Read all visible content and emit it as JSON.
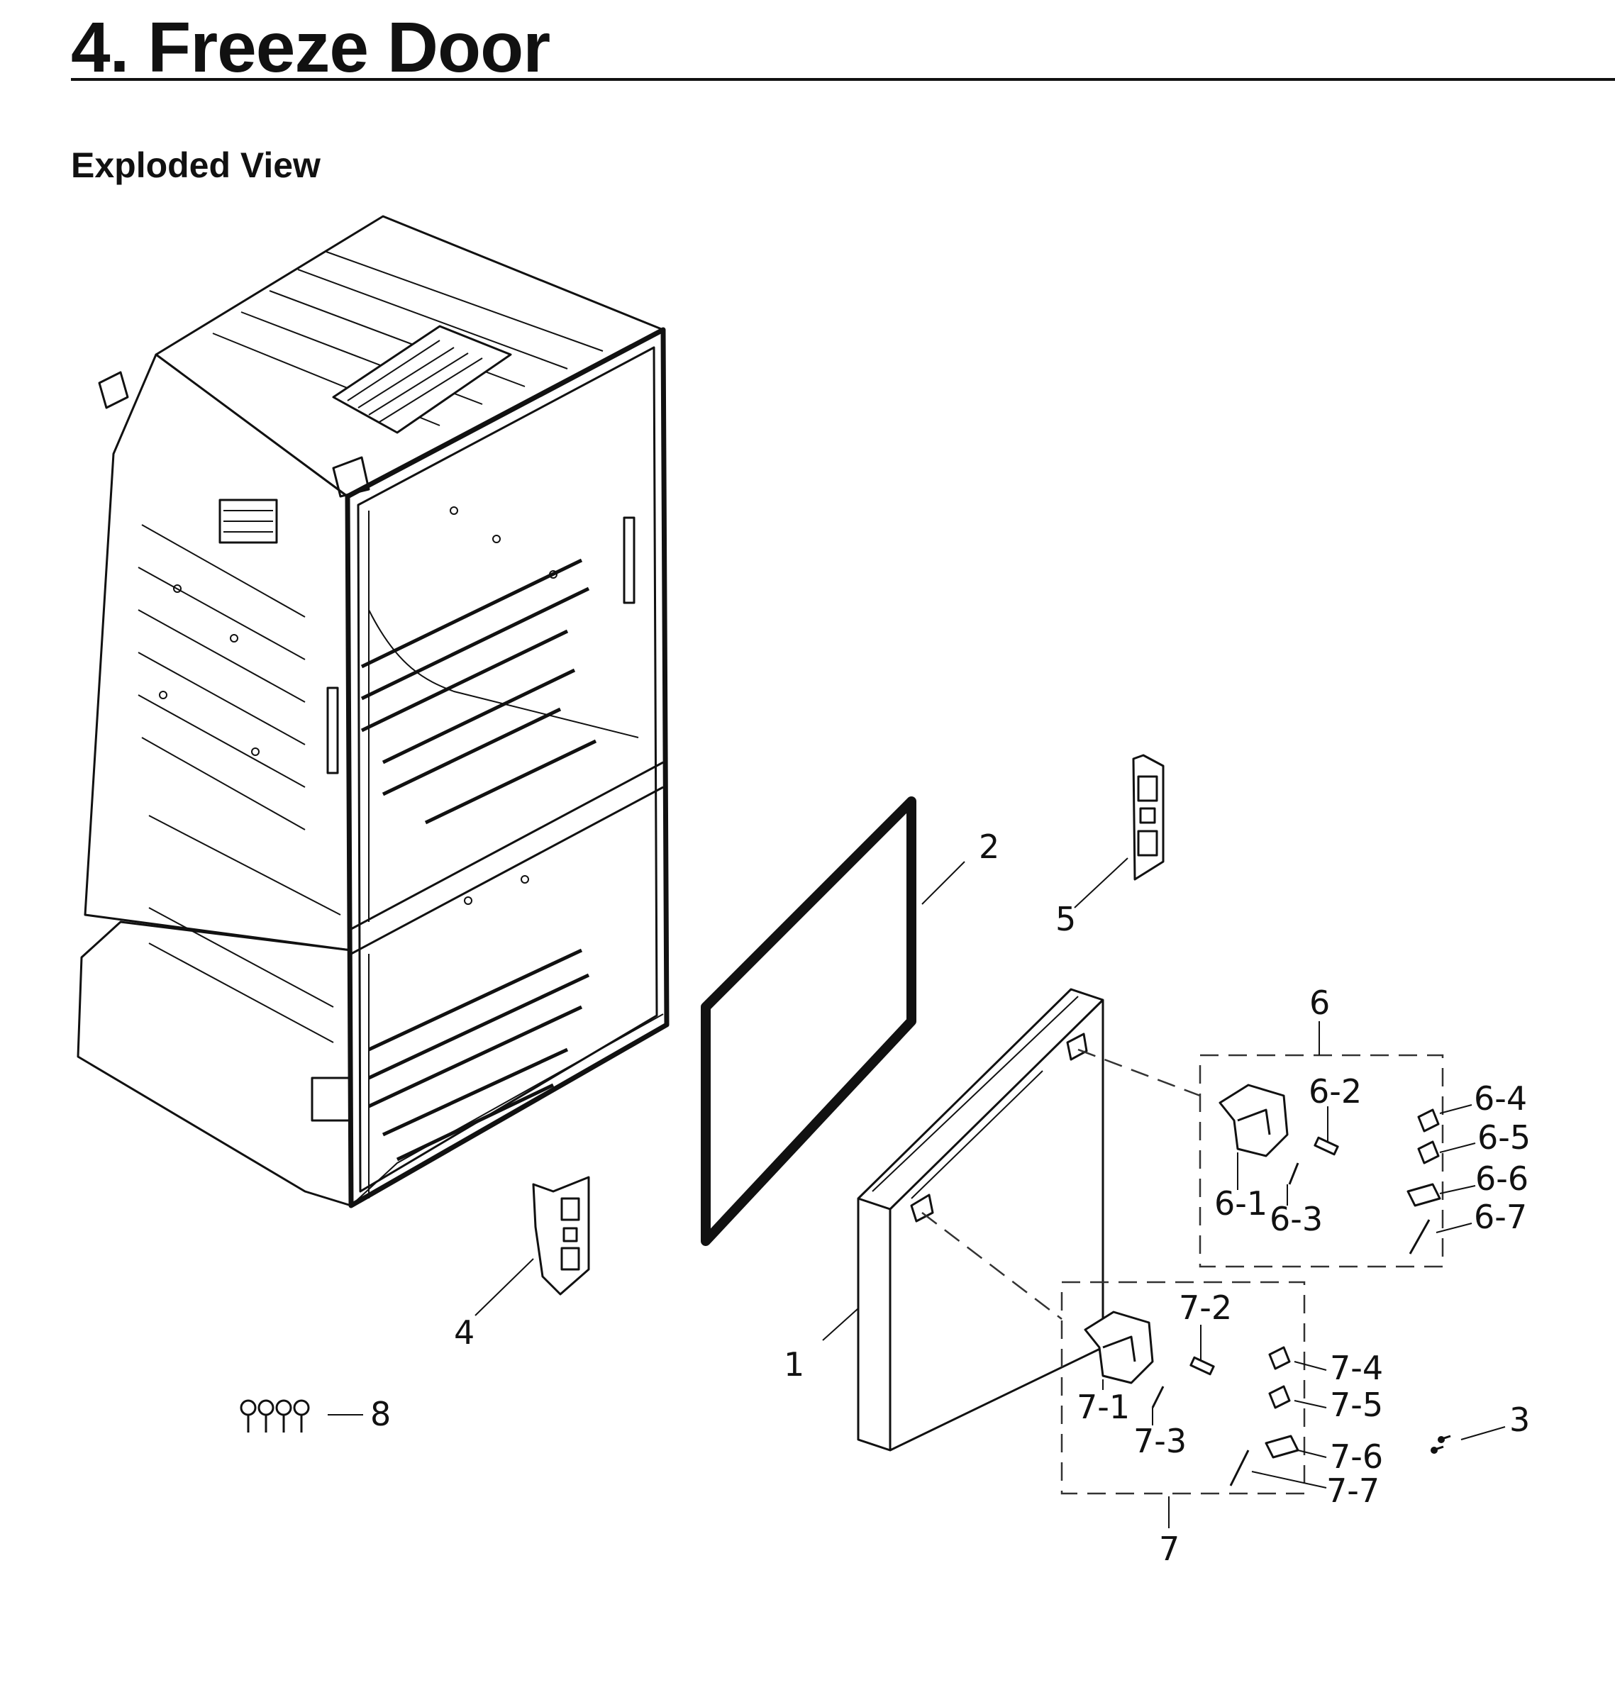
{
  "page": {
    "title": "4.  Freeze Door",
    "section": "Exploded View"
  },
  "callouts": {
    "c1": "1",
    "c2": "2",
    "c3": "3",
    "c4": "4",
    "c5": "5",
    "c6": "6",
    "c6_1": "6-1",
    "c6_2": "6-2",
    "c6_3": "6-3",
    "c6_4": "6-4",
    "c6_5": "6-5",
    "c6_6": "6-6",
    "c6_7": "6-7",
    "c7": "7",
    "c7_1": "7-1",
    "c7_2": "7-2",
    "c7_3": "7-3",
    "c7_4": "7-4",
    "c7_5": "7-5",
    "c7_6": "7-6",
    "c7_7": "7-7",
    "c8": "8"
  },
  "colors": {
    "ink": "#111111",
    "paper": "#ffffff"
  }
}
